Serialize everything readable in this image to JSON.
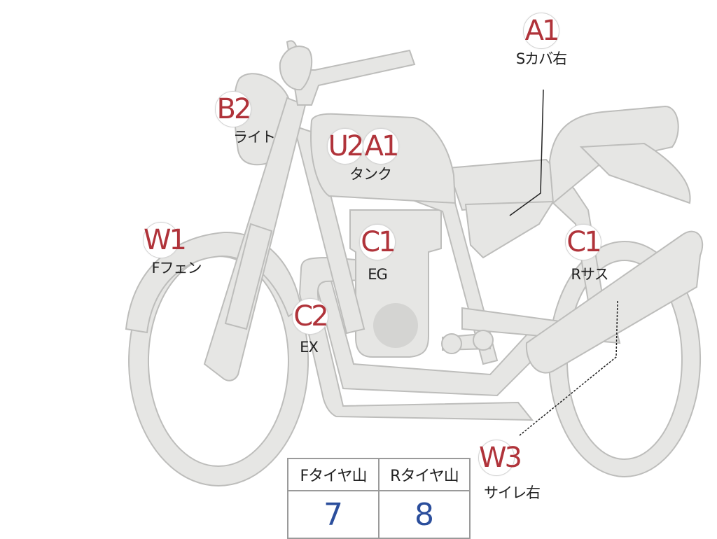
{
  "markers": [
    {
      "id": "a1-cover",
      "code": "A1",
      "label": "Sカバ右"
    },
    {
      "id": "b2-light",
      "code": "B2",
      "label": "ライト"
    },
    {
      "id": "u2-tank",
      "code": "U2",
      "label": ""
    },
    {
      "id": "a1-tank",
      "code": "A1",
      "label": "タンク"
    },
    {
      "id": "w1-fender",
      "code": "W1",
      "label": "Fフェン"
    },
    {
      "id": "c1-engine",
      "code": "C1",
      "label": "EG"
    },
    {
      "id": "c1-suspension",
      "code": "C1",
      "label": "Rサス"
    },
    {
      "id": "c2-exhaust",
      "code": "C2",
      "label": "EX"
    },
    {
      "id": "w3-sidestand",
      "code": "W3",
      "label": "サイレ右"
    }
  ],
  "tire_table": {
    "headers": [
      "Fタイヤ山",
      "Rタイヤ山"
    ],
    "values": [
      "7",
      "8"
    ]
  },
  "colors": {
    "body_fill": "#e6e6e4",
    "body_stroke": "#bdbdbb",
    "code_text": "#b0333a",
    "value_text": "#2b4e9c"
  }
}
